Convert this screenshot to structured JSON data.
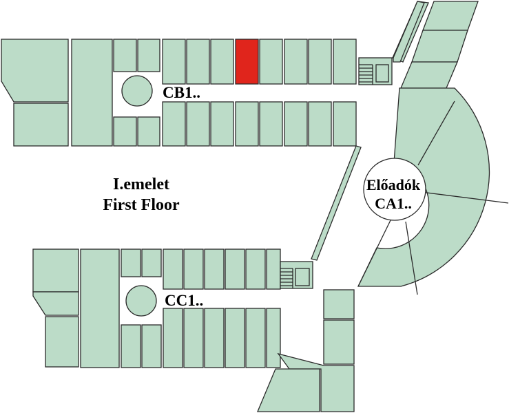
{
  "map": {
    "title": "I.emelet",
    "subtitle": "First Floor",
    "wings": {
      "cb": {
        "label": "CB1.."
      },
      "cc": {
        "label": "CC1.."
      },
      "ca": {
        "name": "Előadók",
        "label": "CA1.."
      }
    }
  },
  "colors": {
    "room_fill": "#bcdcc8",
    "outline": "#2a2a2a",
    "highlight": "#e0251c",
    "background": "#ffffff"
  }
}
